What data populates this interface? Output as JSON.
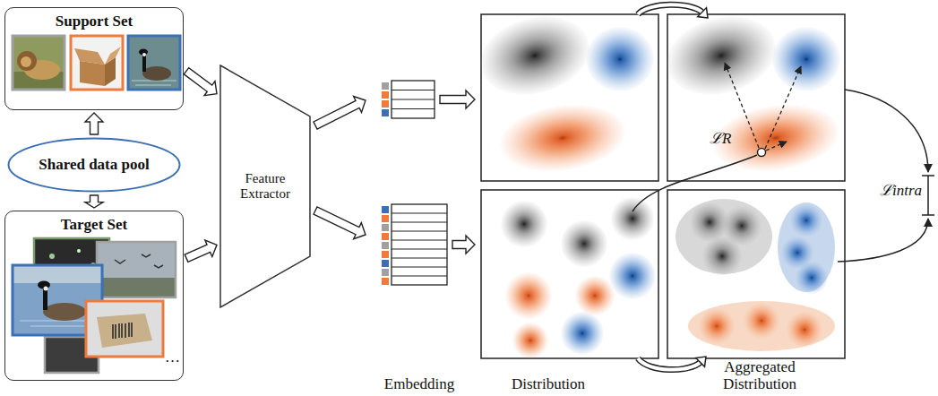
{
  "diagram": {
    "nodes": [
      {
        "text": [
          "Support Set"
        ]
      },
      {
        "text": [
          "Shared data pool"
        ]
      },
      {
        "text": [
          "Target Set"
        ]
      },
      {
        "text": [
          "Feature Extractor"
        ]
      }
    ],
    "edges": [
      {
        "from": 1,
        "to": 0,
        "arrow": "to"
      },
      {
        "from": 1,
        "to": 2,
        "arrow": "to"
      },
      {
        "from": 0,
        "to": 3,
        "arrow": "to"
      },
      {
        "from": 2,
        "to": 3,
        "arrow": "to"
      }
    ],
    "labels": [
      "Embedding",
      "Distribution",
      "Aggregated Distribution",
      "ℒR",
      "ℒintra",
      "…"
    ]
  }
}
